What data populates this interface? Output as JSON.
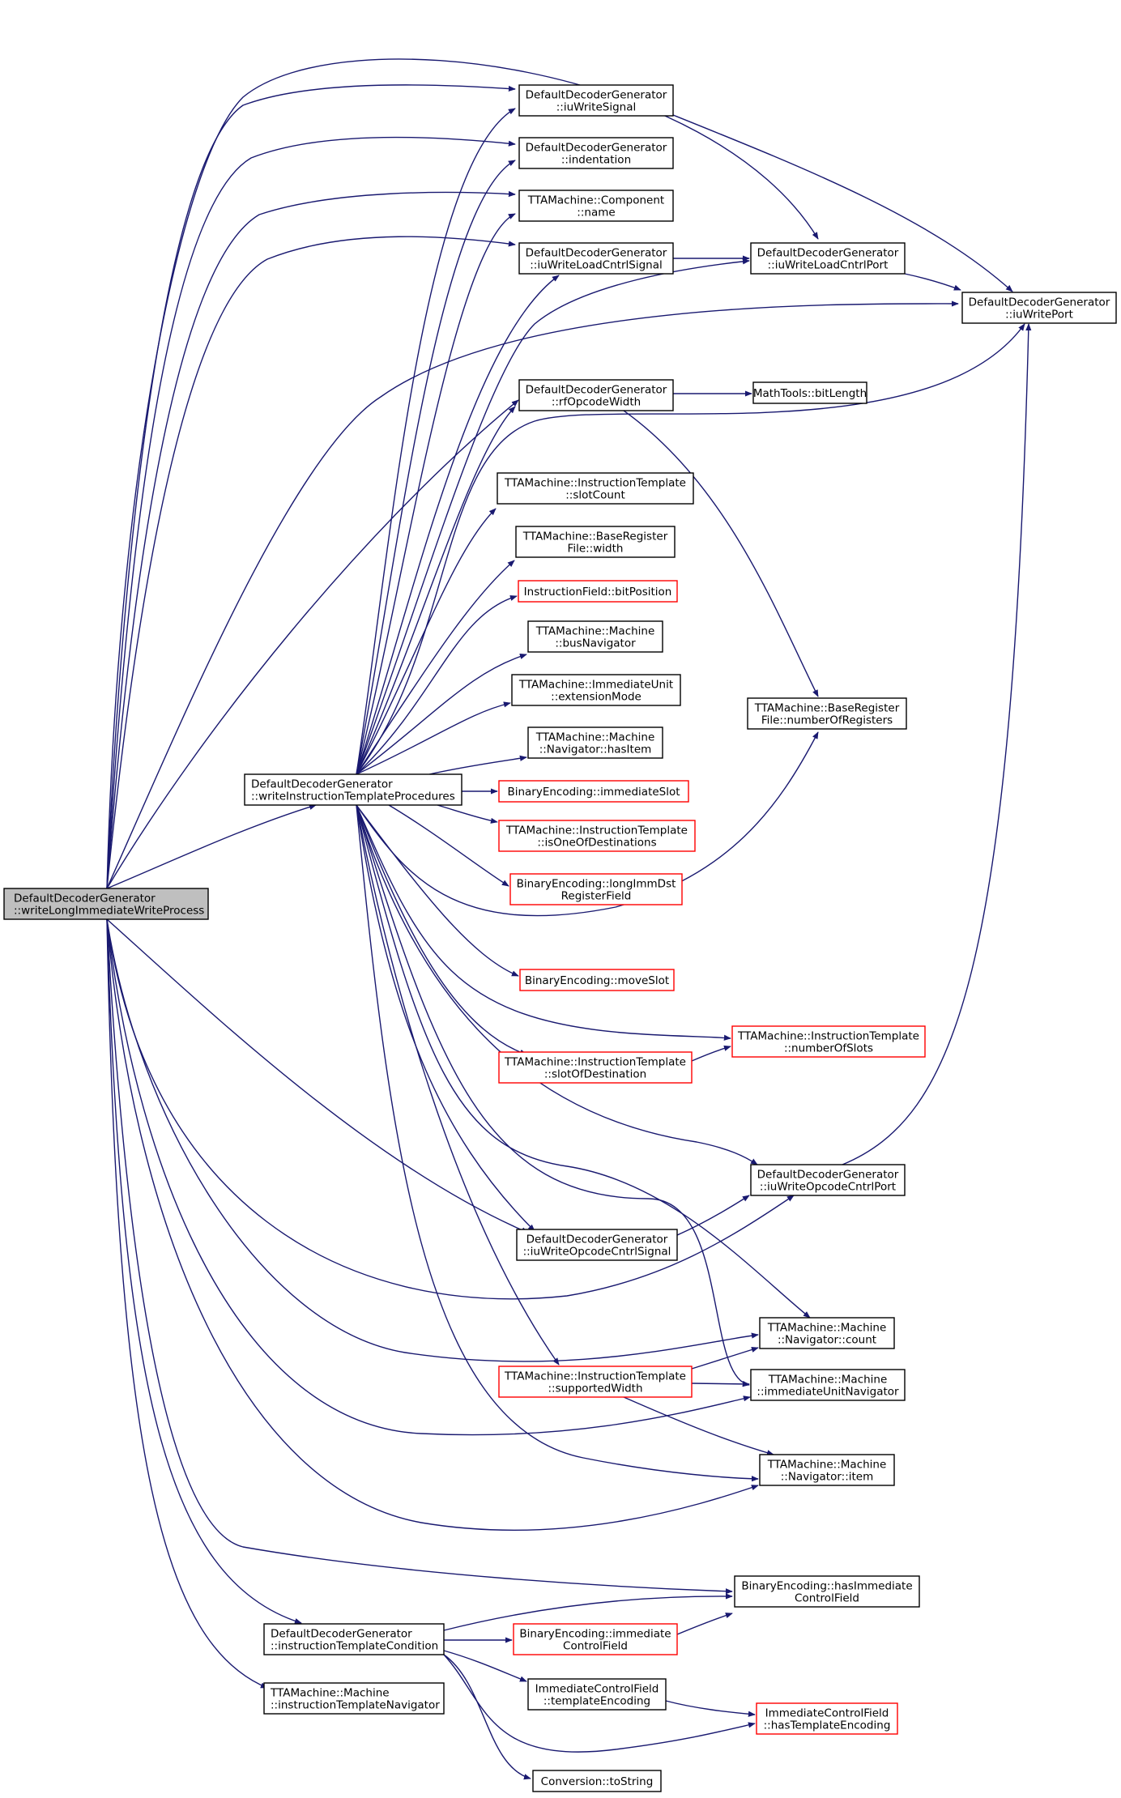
{
  "colors": {
    "edge": "#191970",
    "root_fill": "#bfbfbf",
    "default_border": "#000000",
    "truncated_border": "#ff0000"
  },
  "nodes": {
    "root": {
      "lines": [
        "DefaultDecoderGenerator",
        "::writeLongImmediateWriteProcess"
      ],
      "style": "root"
    },
    "wITP": {
      "lines": [
        "DefaultDecoderGenerator",
        "::writeInstructionTemplateProcedures"
      ],
      "style": "normal"
    },
    "iuWS": {
      "lines": [
        "DefaultDecoderGenerator",
        "::iuWriteSignal"
      ],
      "style": "normal"
    },
    "indent": {
      "lines": [
        "DefaultDecoderGenerator",
        "::indentation"
      ],
      "style": "normal"
    },
    "compName": {
      "lines": [
        "TTAMachine::Component",
        "::name"
      ],
      "style": "normal"
    },
    "iuWLCS": {
      "lines": [
        "DefaultDecoderGenerator",
        "::iuWriteLoadCntrlSignal"
      ],
      "style": "normal"
    },
    "iuWLCP": {
      "lines": [
        "DefaultDecoderGenerator",
        "::iuWriteLoadCntrlPort"
      ],
      "style": "normal"
    },
    "iuWP": {
      "lines": [
        "DefaultDecoderGenerator",
        "::iuWritePort"
      ],
      "style": "normal"
    },
    "rfOW": {
      "lines": [
        "DefaultDecoderGenerator",
        "::rfOpcodeWidth"
      ],
      "style": "normal"
    },
    "bitLen": {
      "lines": [
        "MathTools::bitLength"
      ],
      "style": "normal"
    },
    "slotCount": {
      "lines": [
        "TTAMachine::InstructionTemplate",
        "::slotCount"
      ],
      "style": "normal"
    },
    "brfWidth": {
      "lines": [
        "TTAMachine::BaseRegister",
        "File::width"
      ],
      "style": "normal"
    },
    "bitPos": {
      "lines": [
        "InstructionField::bitPosition"
      ],
      "style": "truncated"
    },
    "busNav": {
      "lines": [
        "TTAMachine::Machine",
        "::busNavigator"
      ],
      "style": "normal"
    },
    "extMode": {
      "lines": [
        "TTAMachine::ImmediateUnit",
        "::extensionMode"
      ],
      "style": "normal"
    },
    "navHas": {
      "lines": [
        "TTAMachine::Machine",
        "::Navigator::hasItem"
      ],
      "style": "normal"
    },
    "brfNum": {
      "lines": [
        "TTAMachine::BaseRegister",
        "File::numberOfRegisters"
      ],
      "style": "normal"
    },
    "immSlot": {
      "lines": [
        "BinaryEncoding::immediateSlot"
      ],
      "style": "truncated"
    },
    "isOneOf": {
      "lines": [
        "TTAMachine::InstructionTemplate",
        "::isOneOfDestinations"
      ],
      "style": "truncated"
    },
    "longImm": {
      "lines": [
        "BinaryEncoding::longImmDst",
        "RegisterField"
      ],
      "style": "truncated"
    },
    "moveSlot": {
      "lines": [
        "BinaryEncoding::moveSlot"
      ],
      "style": "truncated"
    },
    "numSlots": {
      "lines": [
        "TTAMachine::InstructionTemplate",
        "::numberOfSlots"
      ],
      "style": "truncated"
    },
    "slotOfDst": {
      "lines": [
        "TTAMachine::InstructionTemplate",
        "::slotOfDestination"
      ],
      "style": "truncated"
    },
    "iuWOCP": {
      "lines": [
        "DefaultDecoderGenerator",
        "::iuWriteOpcodeCntrlPort"
      ],
      "style": "normal"
    },
    "iuWOCS": {
      "lines": [
        "DefaultDecoderGenerator",
        "::iuWriteOpcodeCntrlSignal"
      ],
      "style": "normal"
    },
    "navCount": {
      "lines": [
        "TTAMachine::Machine",
        "::Navigator::count"
      ],
      "style": "normal"
    },
    "suppW": {
      "lines": [
        "TTAMachine::InstructionTemplate",
        "::supportedWidth"
      ],
      "style": "truncated"
    },
    "iuNav": {
      "lines": [
        "TTAMachine::Machine",
        "::immediateUnitNavigator"
      ],
      "style": "normal"
    },
    "navItem": {
      "lines": [
        "TTAMachine::Machine",
        "::Navigator::item"
      ],
      "style": "normal"
    },
    "hasImmCF": {
      "lines": [
        "BinaryEncoding::hasImmediate",
        "ControlField"
      ],
      "style": "normal"
    },
    "itCond": {
      "lines": [
        "DefaultDecoderGenerator",
        "::instructionTemplateCondition"
      ],
      "style": "normal"
    },
    "immCF": {
      "lines": [
        "BinaryEncoding::immediate",
        "ControlField"
      ],
      "style": "truncated"
    },
    "itNav": {
      "lines": [
        "TTAMachine::Machine",
        "::instructionTemplateNavigator"
      ],
      "style": "normal"
    },
    "tmplEnc": {
      "lines": [
        "ImmediateControlField",
        "::templateEncoding"
      ],
      "style": "normal"
    },
    "hasTmplEnc": {
      "lines": [
        "ImmediateControlField",
        "::hasTemplateEncoding"
      ],
      "style": "truncated"
    },
    "toStr": {
      "lines": [
        "Conversion::toString"
      ],
      "style": "normal"
    }
  }
}
